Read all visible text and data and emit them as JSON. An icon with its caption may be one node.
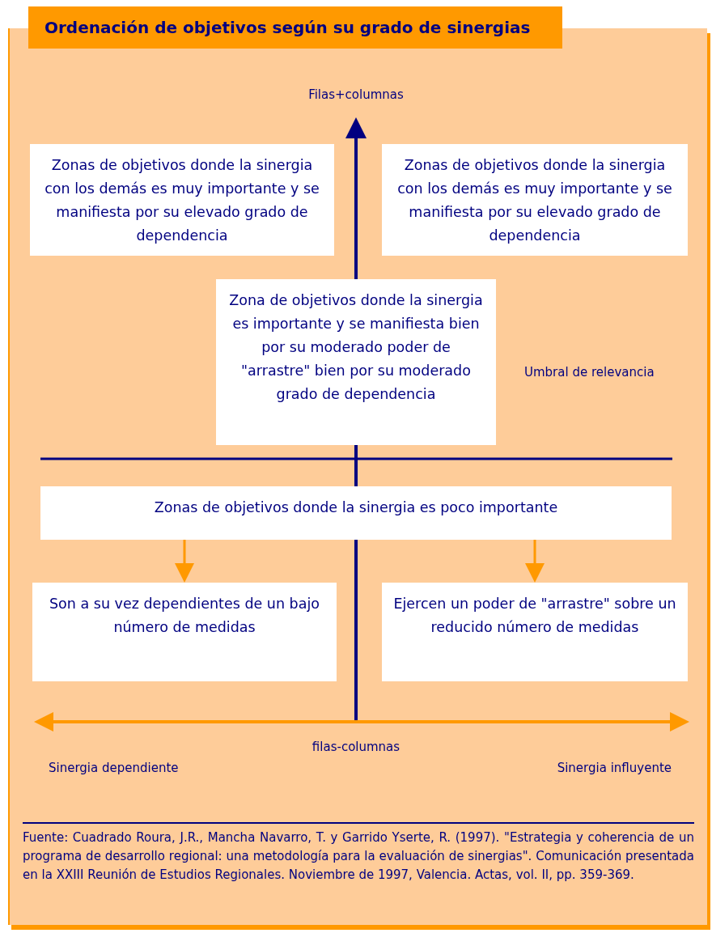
{
  "diagram": {
    "title": "Ordenación de objetivos según su grado de sinergias",
    "nodes": [
      {
        "text": [
          "Zonas de objetivos donde la sinergia con los demás es muy importante y se manifiesta por su elevado grado de dependencia"
        ]
      },
      {
        "text": [
          "Zonas de objetivos donde la sinergia con los demás es muy importante y se manifiesta por su elevado grado de dependencia"
        ]
      },
      {
        "text": [
          "Zona de objetivos donde la sinergia es importante y se manifiesta bien por su moderado poder de \"arrastre\" bien por su moderado grado de dependencia"
        ]
      },
      {
        "text": [
          "Zonas de objetivos donde la sinergia es poco importante"
        ]
      },
      {
        "text": [
          "Son a su vez dependientes de un bajo número de medidas"
        ]
      },
      {
        "text": [
          "Ejercen un poder de \"arrastre\" sobre un reducido número de medidas"
        ]
      }
    ],
    "edges": [
      {
        "from": 3,
        "to": 4,
        "arrow": "to"
      },
      {
        "from": 3,
        "to": 5,
        "arrow": "to"
      }
    ],
    "labels": [
      "Filas+columnas",
      "Umbral de relevancia",
      "filas-columnas",
      "Sinergia dependiente",
      "Sinergia influyente"
    ],
    "caption": "Fuente: Cuadrado Roura, J.R., Mancha Navarro, T. y Garrido Yserte, R. (1997). \"Estrategia y coherencia de un programa de desarrollo regional: una metodología para la evaluación de sinergias\". Comunicación presentada en la XXIII Reunión de Estudios Regionales. Noviembre de 1997, Valencia. Actas, vol. II, pp. 359-369."
  }
}
